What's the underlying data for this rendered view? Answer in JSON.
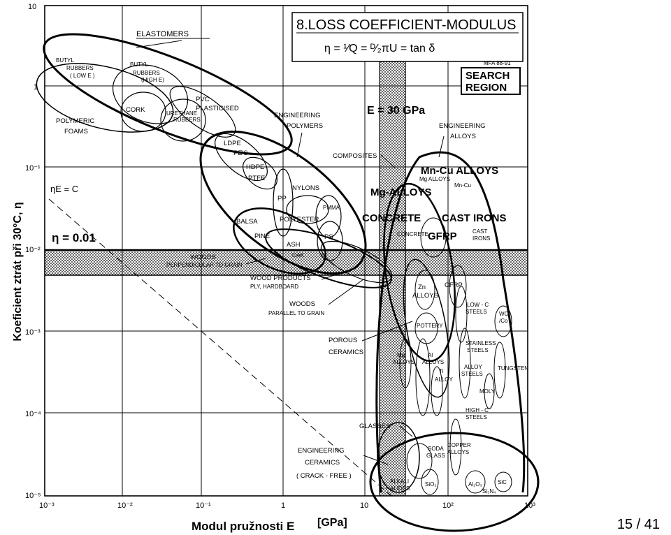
{
  "page": {
    "number": "15 / 41"
  },
  "axes": {
    "x_label": "Modul pružnosti E",
    "x_unit": "[GPa]",
    "y_label": "Koeficient ztrát při 30°C, η",
    "x_ticks": [
      "10⁻³",
      "10⁻²",
      "10⁻¹",
      "1",
      "10",
      "10²",
      "10³"
    ],
    "y_ticks": [
      "10",
      "1",
      "10⁻¹",
      "10⁻²",
      "10⁻³",
      "10⁻⁴",
      "10⁻⁵"
    ]
  },
  "chart": {
    "title": "8.LOSS COEFFICIENT-MODULUS",
    "formula": "η = ¹⁄Q = ᴰ⁄₂πU = tan δ",
    "credit": "MFA 88-91",
    "search_region": [
      "SEARCH",
      "REGION"
    ],
    "e_line_label": "E = 30 GPa",
    "eta_label": "η = 0.01",
    "etaE_label": "ηE = C"
  },
  "families": {
    "elastomers": "ELASTOMERS",
    "polymeric_foams": [
      "POLYMERIC",
      "FOAMS"
    ],
    "engineering_polymers": [
      "ENGINEERING",
      "POLYMERS"
    ],
    "composites": "COMPOSITES",
    "engineering_alloys": [
      "ENGINEERING",
      "ALLOYS"
    ],
    "woods_perp": [
      "WOODS",
      "PERPENDICULAR TO GRAIN"
    ],
    "wood_products": [
      "WOOD PRODUCTS",
      "PLY, HARDBOARD"
    ],
    "woods_par": [
      "WOODS",
      "PARALLEL TO GRAIN"
    ],
    "porous_ceramics": [
      "POROUS",
      "CERAMICS"
    ],
    "glasses": "GLASSES",
    "engineering_ceramics": [
      "ENGINEERING",
      "CERAMICS",
      "( CRACK - FREE )"
    ]
  },
  "materials": {
    "butyl_low": [
      "BUTYL",
      "RUBBERS",
      "( LOW E )"
    ],
    "butyl_high": [
      "BUTYL",
      "RUBBERS",
      "(HIGH E)"
    ],
    "cork": "CORK",
    "urethane": [
      "URETHANE",
      "RUBBERS"
    ],
    "pvc": [
      "PVC",
      "PLASTICISED"
    ],
    "ldpe": "LDPE",
    "pes": "PE'S",
    "hdpe": "HDPE",
    "ptfe": "PTFE",
    "pp": "PP",
    "nylons": "NYLONS",
    "pmma": "PMMA",
    "polyester": "POLYESTER",
    "ps": "PS",
    "balsa": "BALSA",
    "pine": "PINE",
    "ash": "ASH",
    "oak": "OAK",
    "mncu": "Mn-Cu ALLOYS",
    "mg_alloys_small": "Mg ALLOYS",
    "mncu_small": "Mn-Cu",
    "mg_alloys": "Mg-ALLOYS",
    "concrete_big": "CONCRETE",
    "cast_irons_big": "CAST IRONS",
    "concrete_small": "CONCRETE",
    "gfrp": "GFRP",
    "cast_small": [
      "CAST",
      "IRONS"
    ],
    "cfrp": "CFRP",
    "zn": [
      "Zn",
      "ALLOYS"
    ],
    "pottery": "POTTERY",
    "low_c": [
      "LOW - C",
      "STEELS"
    ],
    "wc": [
      "WC",
      "/Co"
    ],
    "stainless": [
      "STAINLESS",
      "STEELS"
    ],
    "mg_low": [
      "Mg",
      "ALLOYS"
    ],
    "al": [
      "Al",
      "ALLOYS"
    ],
    "ti": [
      "Ti",
      "ALLOY"
    ],
    "alloy_steels": [
      "ALLOY",
      "STEELS"
    ],
    "tungsten": "TUNGSTEN",
    "moly": "MOLY",
    "high_c": [
      "HIGH - C",
      "STEELS"
    ],
    "soda": [
      "SODA",
      "GLASS"
    ],
    "copper": [
      "COPPER",
      "ALLOYS"
    ],
    "alkali": [
      "ALKALI",
      "HALIDES"
    ],
    "sio2": "SiO₂",
    "al2o3": "Al₂O₃",
    "sic": "SiC",
    "si3n4": "Si₃N₄"
  }
}
